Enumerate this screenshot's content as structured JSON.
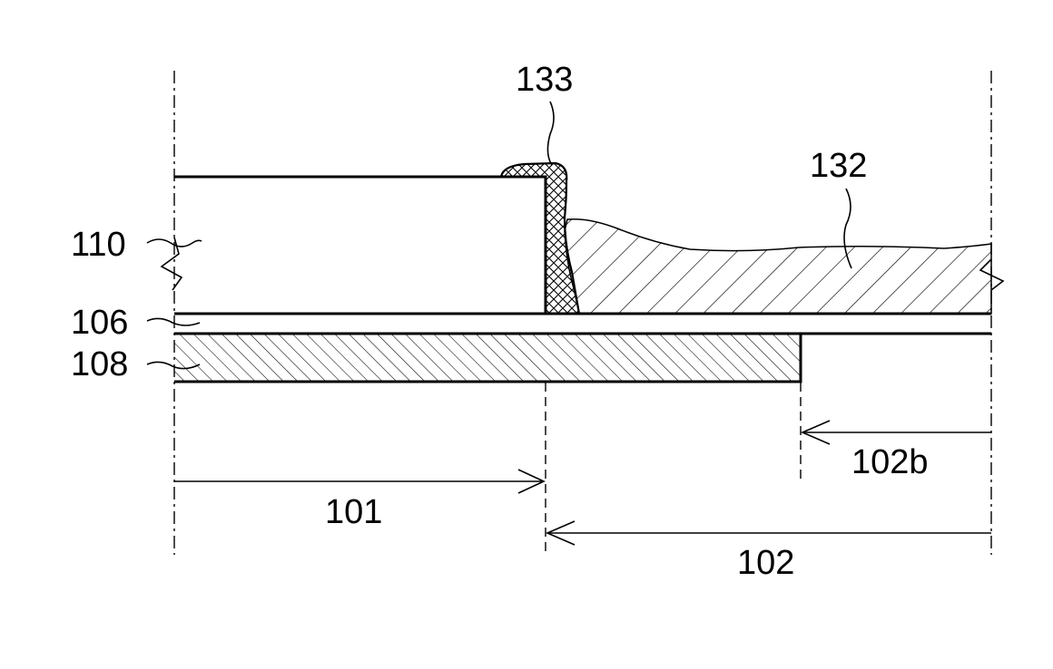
{
  "labels": {
    "ref_133": "133",
    "ref_132": "132",
    "ref_110": "110",
    "ref_106": "106",
    "ref_108": "108",
    "ref_101": "101",
    "ref_102": "102",
    "ref_102b": "102b"
  }
}
